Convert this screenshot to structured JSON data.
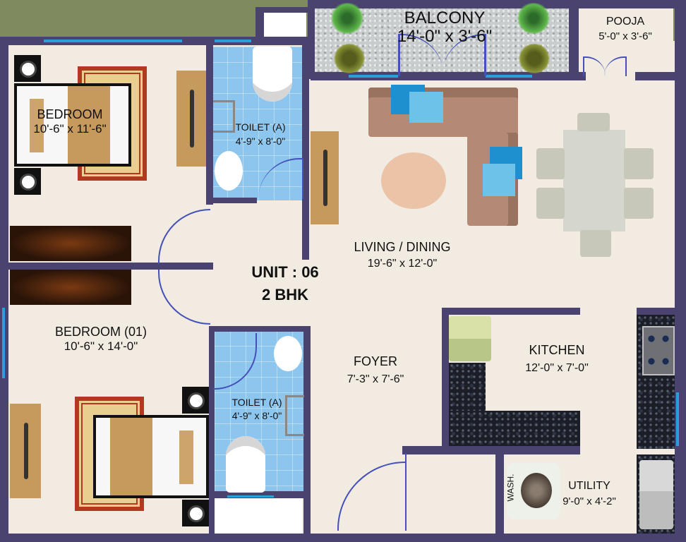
{
  "plan": {
    "unit_label": "UNIT : 06",
    "type_label": "2 BHK"
  },
  "rooms": {
    "balcony": {
      "name": "BALCONY",
      "dims": "14'-0\" x 3'-6\""
    },
    "pooja": {
      "name": "POOJA",
      "dims": "5'-0\" x 3'-6\""
    },
    "bedroom": {
      "name": "BEDROOM",
      "dims": "10'-6\" x 11'-6\""
    },
    "toilet_top": {
      "name": "TOILET (A)",
      "dims": "4'-9\" x 8'-0\""
    },
    "living_dining": {
      "name": "LIVING / DINING",
      "dims": "19'-6\" x 12'-0\""
    },
    "bedroom_01": {
      "name": "BEDROOM (01)",
      "dims": "10'-6\" x 14'-0\""
    },
    "toilet_bottom": {
      "name": "TOILET (A)",
      "dims": "4'-9\" x 8'-0\""
    },
    "foyer": {
      "name": "FOYER",
      "dims": "7'-3\" x 7'-6\""
    },
    "kitchen": {
      "name": "KITCHEN",
      "dims": "12'-0\" x 7'-0\""
    },
    "utility": {
      "name": "UTILITY",
      "dims": "9'-0\" x 4'-2\"",
      "appliance_label": "WASH."
    }
  },
  "colors": {
    "wall": "#4a4370",
    "floor": "#f1ebe2",
    "toilet_tile": "#8cc6ee",
    "window_glass": "#2aa0d8",
    "door_line": "#4550b8",
    "exterior": "#7f8a5e"
  }
}
